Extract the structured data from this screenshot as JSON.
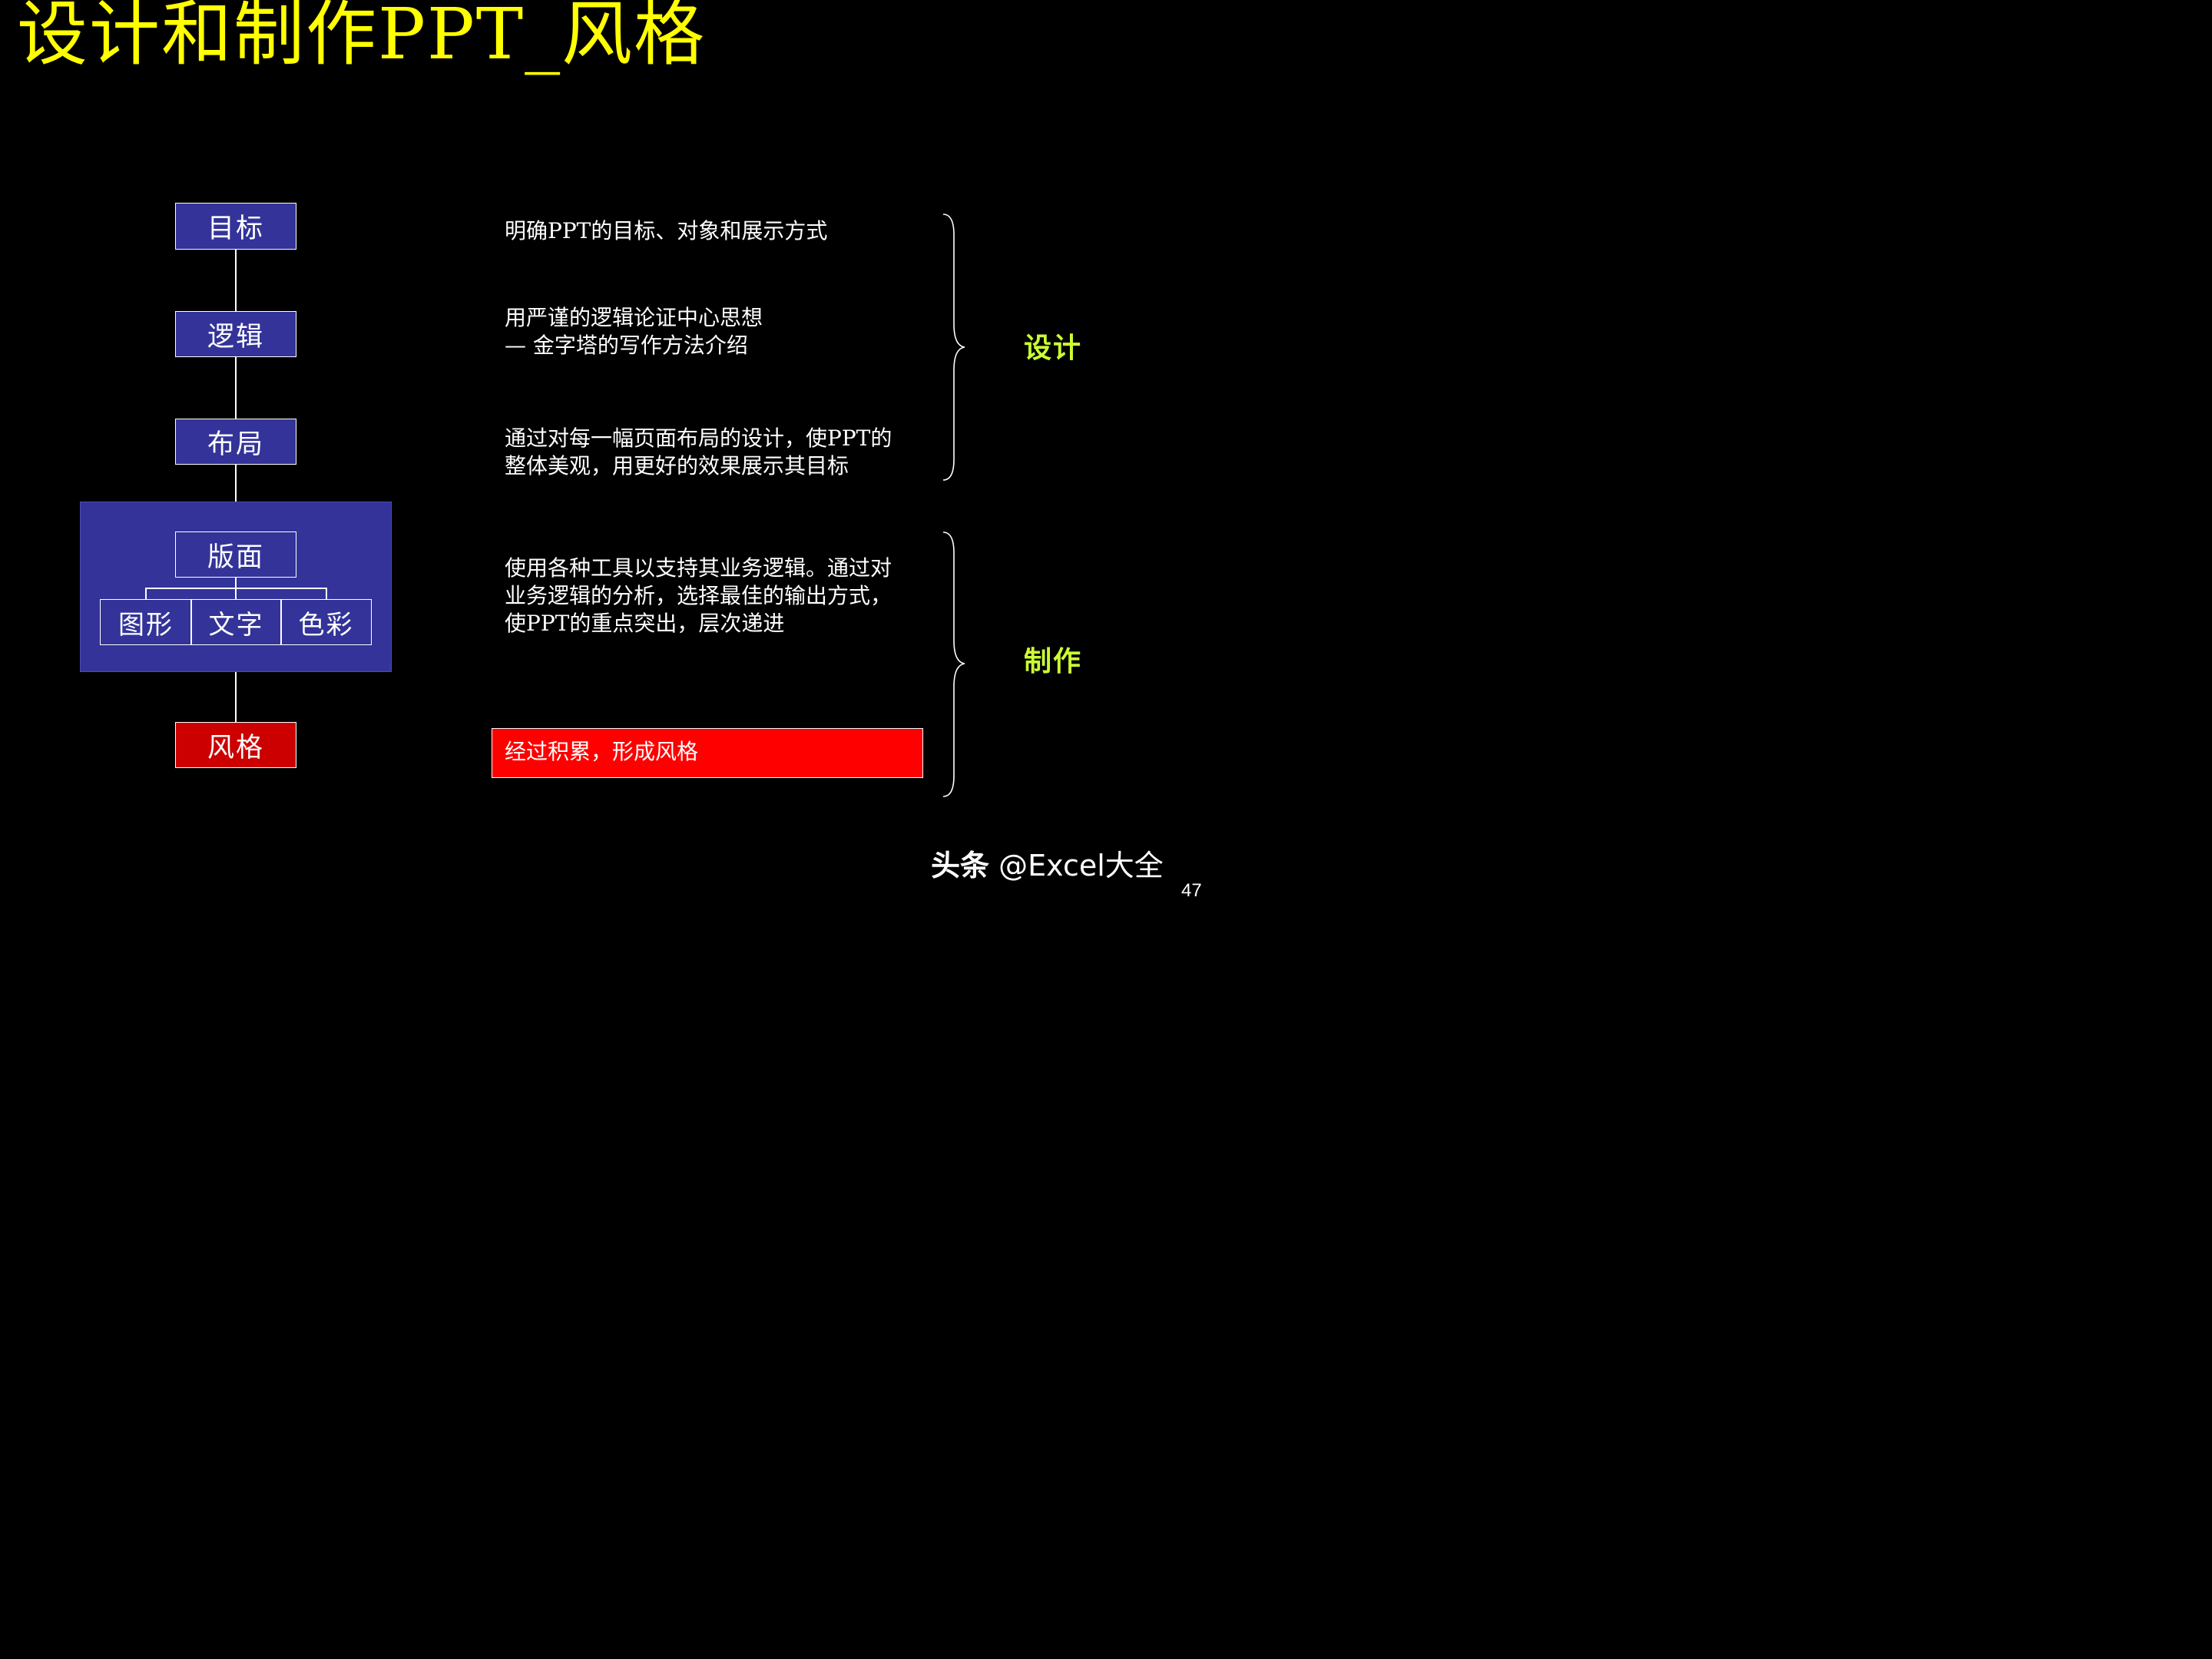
{
  "title": "设计和制作PPT_风格",
  "flow": {
    "goal": "目标",
    "logic": "逻辑",
    "layout": "布局",
    "page": "版面",
    "graphics": "图形",
    "text": "文字",
    "color": "色彩",
    "style": "风格"
  },
  "descriptions": {
    "goal": [
      "明确PPT的目标、对象和展示方式"
    ],
    "logic": [
      "用严谨的逻辑论证中心思想",
      "— 金字塔的写作方法介绍"
    ],
    "layout": [
      "通过对每一幅页面布局的设计，使PPT的",
      "整体美观，用更好的效果展示其目标"
    ],
    "page": [
      "使用各种工具以支持其业务逻辑。通过对",
      "业务逻辑的分析，选择最佳的输出方式，",
      "使PPT的重点突出，层次递进"
    ],
    "style": "经过积累，形成风格"
  },
  "groups": {
    "design": "设计",
    "make": "制作"
  },
  "watermark": {
    "brand": "头条",
    "handle": "@Excel大全"
  },
  "page_number": "47",
  "colors": {
    "background": "#000000",
    "title": "#ffff00",
    "box_fill": "#333399",
    "style_box_fill": "#cc0000",
    "highlight_fill": "#ff0000",
    "group_label": "#ccff33"
  }
}
